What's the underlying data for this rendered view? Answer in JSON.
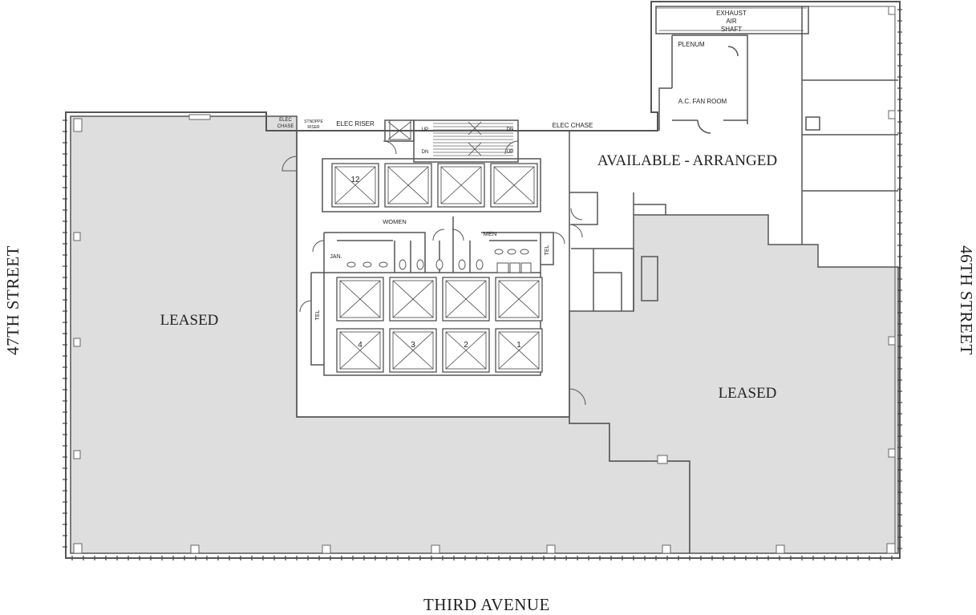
{
  "streets": {
    "left": "47TH STREET",
    "right": "46TH STREET",
    "bottom": "THIRD AVENUE"
  },
  "areas": {
    "leased_west": "LEASED",
    "leased_east": "LEASED",
    "available": "AVAILABLE - ARRANGED"
  },
  "rooms": {
    "exhaust": [
      "EXHAUST",
      "AIR",
      "SHAFT"
    ],
    "plenum": "PLENUM",
    "fan_room": "A.C. FAN ROOM",
    "elec_chase_left": [
      "ELEC",
      "CHASE"
    ],
    "standpipe": [
      "STNDPPE",
      "RISER"
    ],
    "elec_riser": "ELEC RISER",
    "elec_chase_right": "ELEC CHASE",
    "women": "WOMEN",
    "men": "MEN",
    "jan": "JAN.",
    "tel_left": "TEL",
    "tel_right": "TEL",
    "stair_up_1": "UP",
    "stair_dn_1": "DN",
    "stair_dn_2": "DN",
    "stair_up_2": "UP"
  },
  "elevators": {
    "top_row": [
      "12",
      "",
      "",
      ""
    ],
    "bottom_row": [
      "4",
      "3",
      "2",
      "1"
    ]
  },
  "colors": {
    "leased_fill": "#dedede",
    "wall": "#555555",
    "background": "#ffffff"
  }
}
